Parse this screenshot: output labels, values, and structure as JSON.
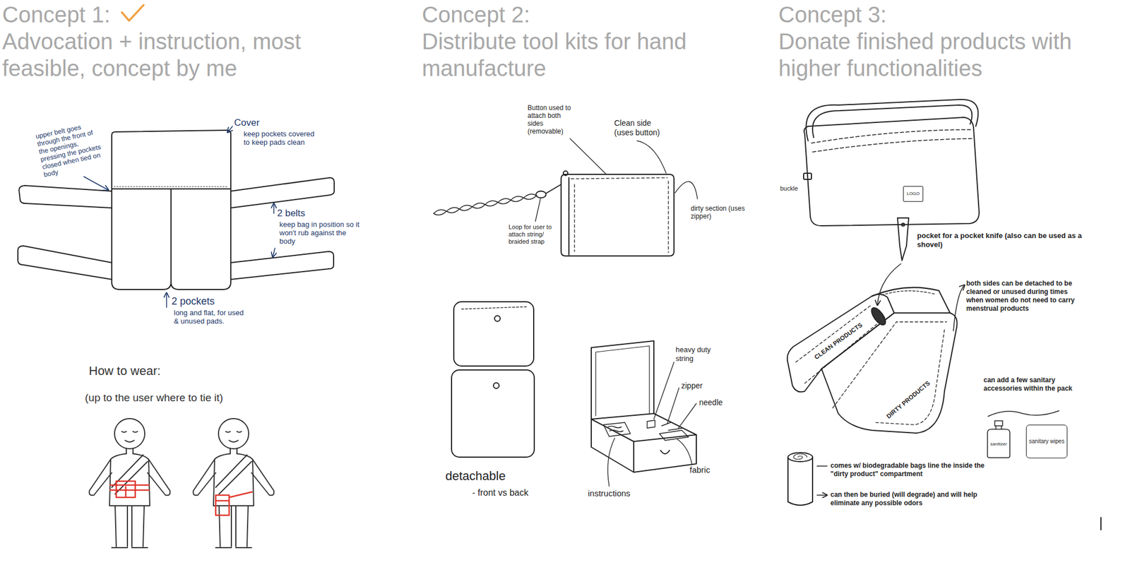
{
  "diagram": {
    "nodes": [
      {
        "text": [
          "LOGO"
        ]
      },
      {
        "text": [
          "sanitizer"
        ]
      },
      {
        "text": [
          "sanitary wipes"
        ]
      }
    ],
    "labels": [
      "Concept 1:",
      "Advocation + instruction, most feasible, concept by me",
      "upper belt goes through the front of the openings, pressing the pockets closed when tied on body",
      "Cover",
      "keep pockets covered to keep pads clean",
      "2 belts",
      "keep bag in position so it won't rub against the body",
      "2 pockets",
      "long and flat, for used & unused pads.",
      "How to wear:",
      "(up to the user where to tie it)",
      "Concept 2:",
      "Distribute tool kits for hand manufacture",
      "Button used to attach both sides (removable)",
      "Clean side (uses button)",
      "Loop for user to attach string/ braided strap",
      "dirty section (uses zipper)",
      "detachable",
      "- front vs back",
      "heavy duty string",
      "zipper",
      "needle",
      "instructions",
      "fabric",
      "Concept 3:",
      "Donate finished products with higher functionalities",
      "buckle",
      "pocket for a pocket knife (also can be used as a shovel)",
      "both sides can be detached to be cleaned or unused during times when women do not need to carry menstrual products",
      "CLEAN PRODUCTS",
      "DIRTY PRODUCTS",
      "can add a few sanitary accessories within the pack",
      "comes w/ biodegradable bags line the inside the \"dirty product\" compartment",
      "can then be buried (will degrade) and will help eliminate any possible odors"
    ]
  }
}
